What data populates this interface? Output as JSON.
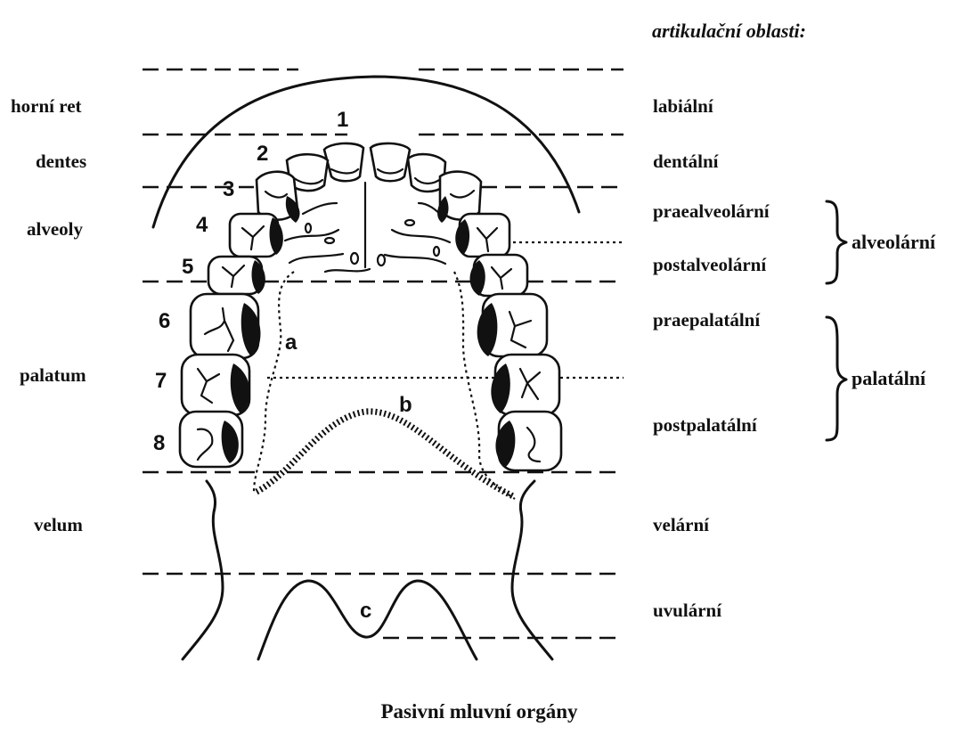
{
  "header": "artikulační oblasti:",
  "title": "Pasivní mluvní orgány",
  "left_labels": {
    "upper_lip": "horní ret",
    "teeth": "dentes",
    "alveoli": "alveoly",
    "palate": "palatum",
    "velum": "velum"
  },
  "right_labels": {
    "labial": "labiální",
    "dental": "dentální",
    "prealveolar": "praealveolární",
    "postalveolar": "postalveolární",
    "prepalatal": "praepalatální",
    "postpalatal": "postpalatální",
    "velar": "velární",
    "uvular": "uvulární"
  },
  "group_labels": {
    "alveolar": "alveolární",
    "palatal": "palatální"
  },
  "tooth_numbers": [
    "1",
    "2",
    "3",
    "4",
    "5",
    "6",
    "7",
    "8"
  ],
  "region_letters": {
    "a": "a",
    "b": "b",
    "c": "c"
  }
}
